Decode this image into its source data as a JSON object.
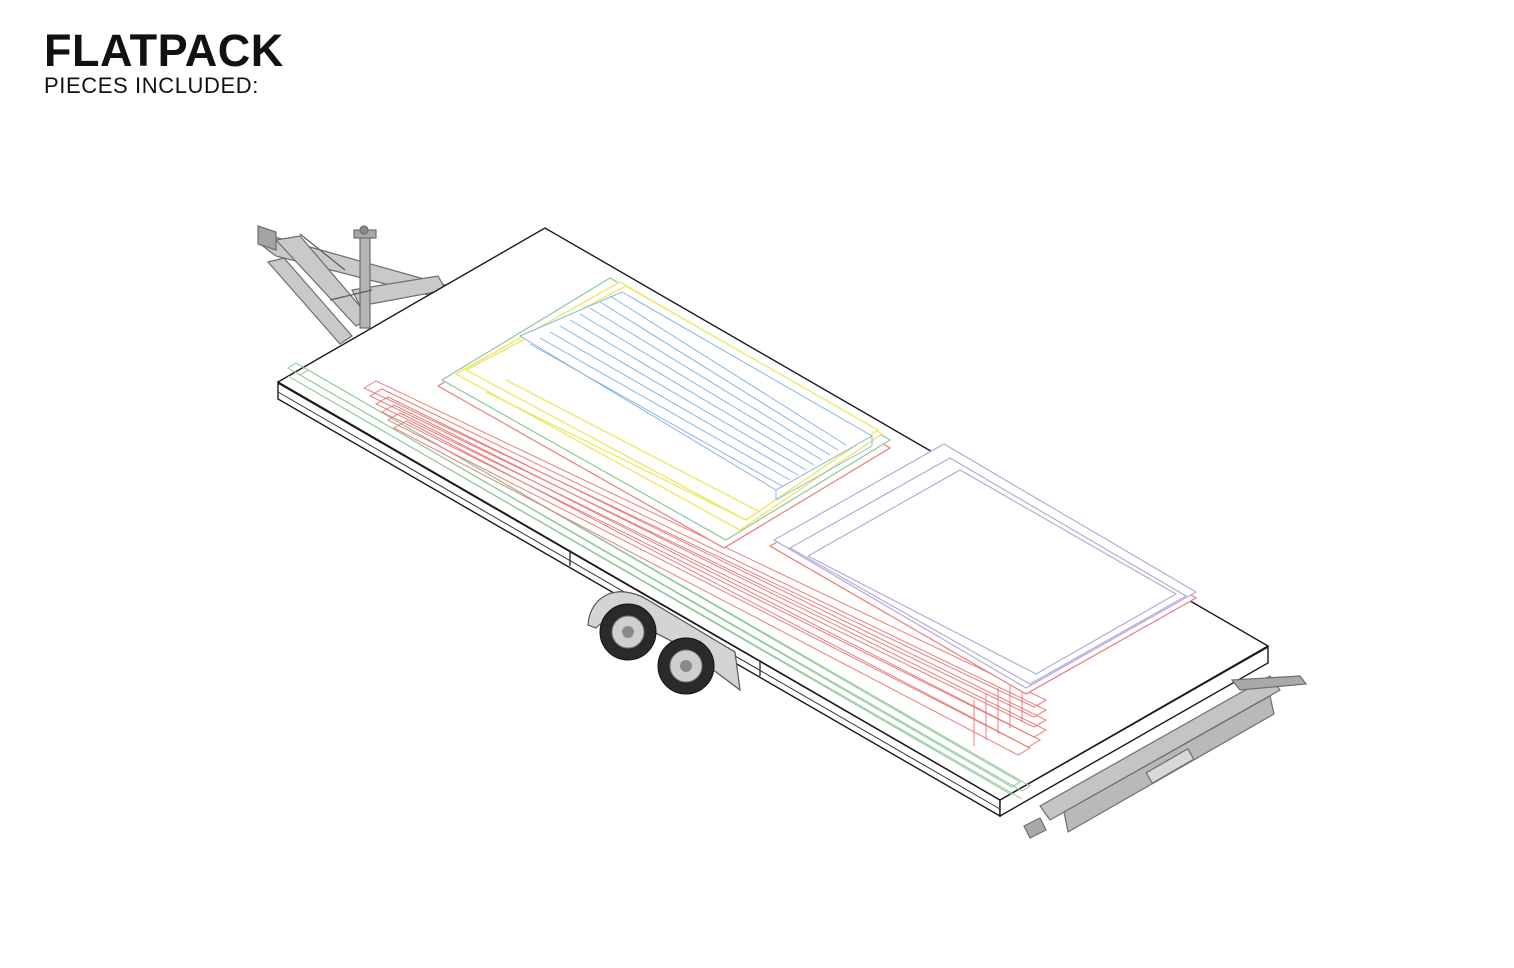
{
  "header": {
    "title": "FLATPACK",
    "subtitle": "PIECES INCLUDED:"
  },
  "illustration": {
    "subject": "tandem-axle flat-deck trailer loaded with flatpack pieces",
    "piece_colors": {
      "green": "#8fc89a",
      "red": "#ec7c7c",
      "yellow": "#ede86a",
      "blue": "#86b4e6",
      "purple": "#b3acd9",
      "metal": "#9a9a9a",
      "outline": "#1a1a1a"
    }
  }
}
